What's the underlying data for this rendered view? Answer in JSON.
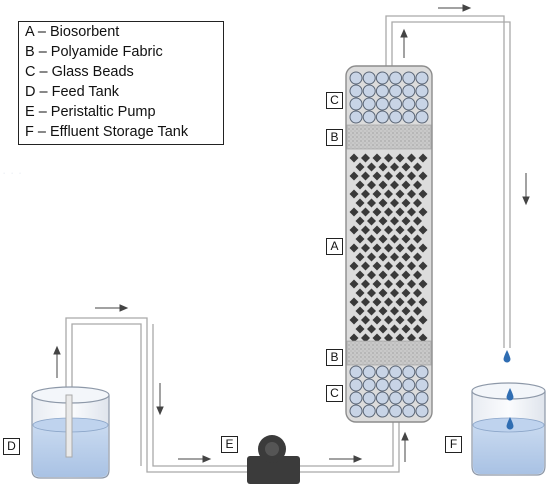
{
  "legend": {
    "items": [
      "A – Biosorbent",
      "B – Polyamide Fabric",
      "C – Glass Beads",
      "D – Feed Tank",
      "E – Peristaltic Pump",
      "F – Effluent Storage Tank"
    ]
  },
  "tags": {
    "column_top_glass": "C",
    "column_top_fabric": "B",
    "column_biosorbent": "A",
    "column_bottom_fabric": "B",
    "column_bottom_glass": "C",
    "feed_tank": "D",
    "pump": "E",
    "effluent_tank": "F"
  },
  "colors": {
    "tube": "#b5b5b5",
    "column_fill": "#dcdcdc",
    "diamond": "#3a3a3a",
    "bead": "#c8d4e6",
    "fabric": "#bdbdbd",
    "liquid": "#b8cdea",
    "pump": "#3b3b3b",
    "droplet": "#2f6db2"
  }
}
